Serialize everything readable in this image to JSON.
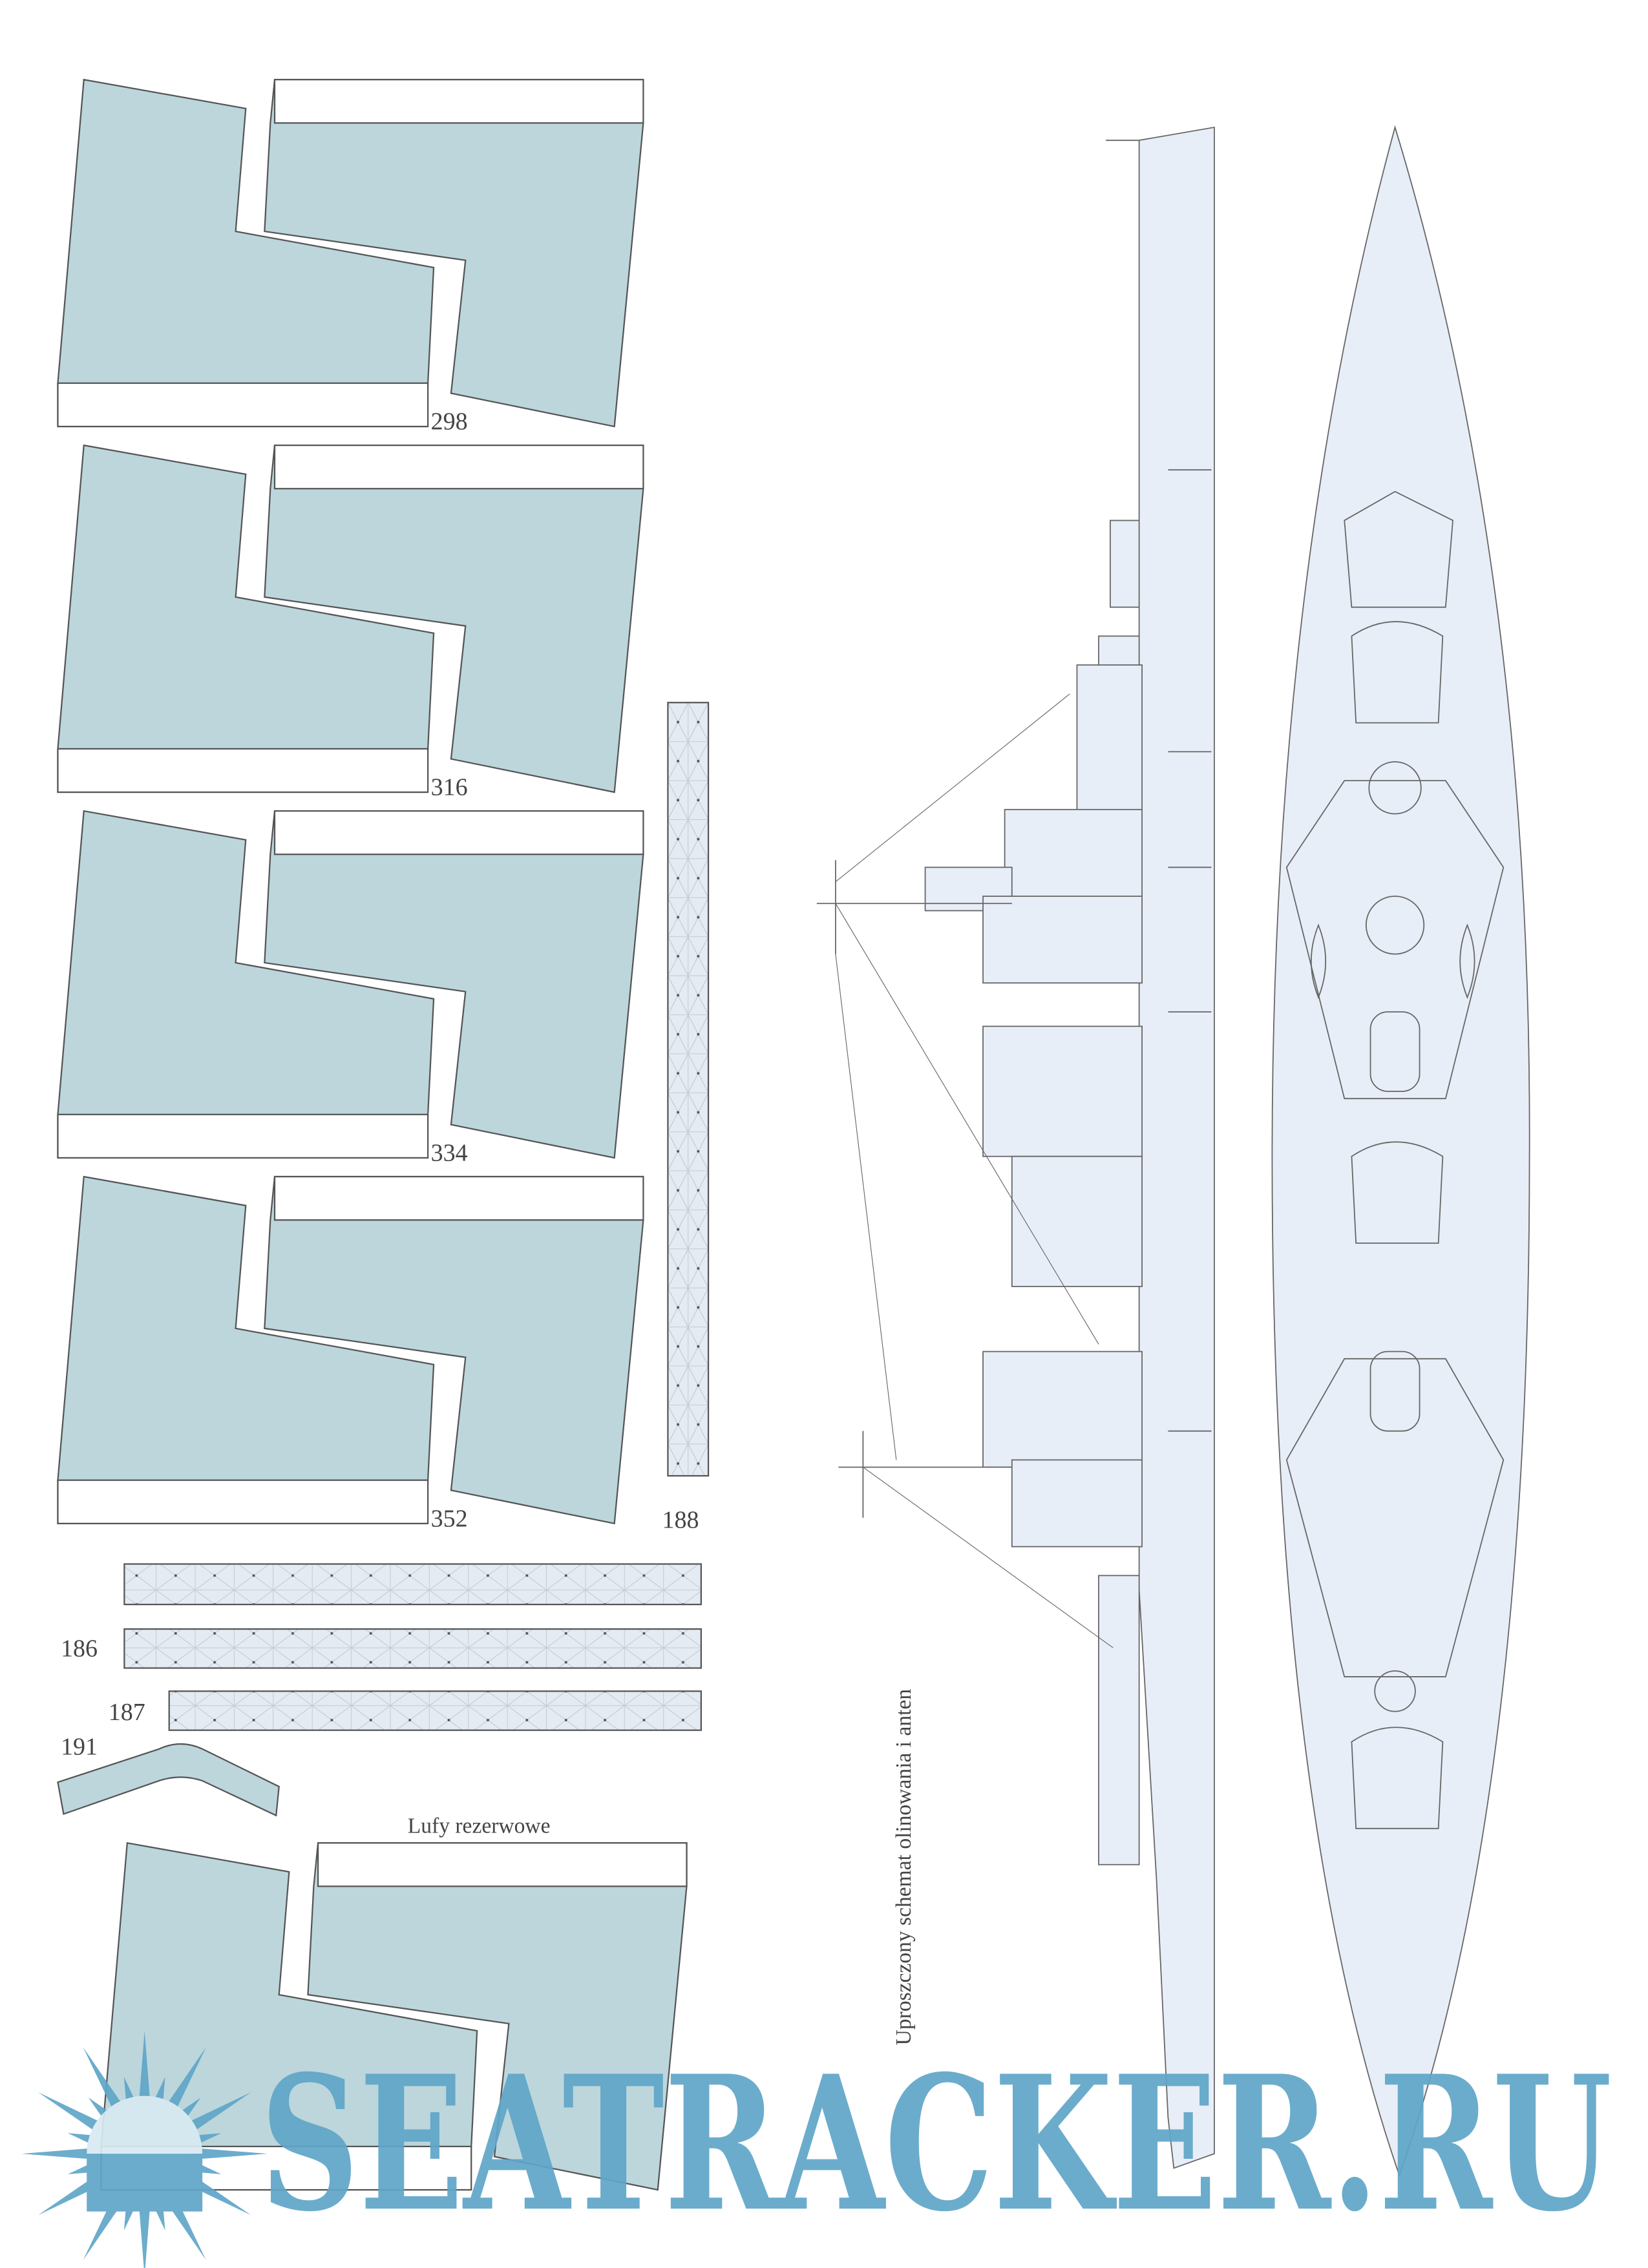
{
  "colors": {
    "part_fill": "#bcd6dc",
    "strip_fill": "#e4ebf2",
    "hull_fill": "#e8eef7",
    "line": "#555555",
    "watermark": "#5fa6c8"
  },
  "large_parts": [
    {
      "label": "298"
    },
    {
      "label": "316"
    },
    {
      "label": "334"
    },
    {
      "label": "352"
    }
  ],
  "vertical_strip": {
    "label": "188"
  },
  "horizontal_strips": [
    {
      "label": ""
    },
    {
      "label": "186"
    },
    {
      "label": "187"
    }
  ],
  "curved_part": {
    "label": "191"
  },
  "spare_barrels": {
    "title": "Lufy rezerwowe"
  },
  "rigging_caption": "Uproszczony schemat olinowania i anten",
  "watermark": {
    "text": "SEATRACKER.RU"
  }
}
